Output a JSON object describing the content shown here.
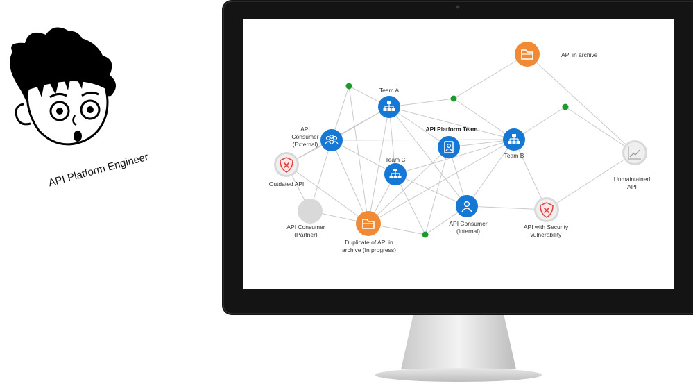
{
  "caption": "API Platform Engineer",
  "colors": {
    "blue": "#1478d4",
    "orange": "#f08a34",
    "gray": "#d9d9d9",
    "green": "#1a9b2c",
    "red": "#e0403c",
    "edge": "#c9c9c9"
  },
  "labels": {
    "api_in_archive": "API in archive",
    "team_a": "Team A",
    "api_platform_team": "API Platform Team",
    "api_consumer_external": "API\nConsumer\n(External)",
    "team_b": "Team B",
    "team_c": "Team C",
    "unmaintained_api": "Unmaintained\nAPI",
    "outdated_api": "Outdated API",
    "api_consumer_partner": "API Consumer\n(Partner)",
    "duplicate_api": "Duplicate of API in\narchive (In progress)",
    "api_consumer_internal": "API Consumer\n(Internal)",
    "api_security_vuln": "API with Security\nvulnerability"
  },
  "icons": {
    "api_in_archive": "folder-icon",
    "team_a": "org-chart-icon",
    "api_platform_team": "contact-book-icon",
    "api_consumer_external": "group-icon",
    "team_b": "org-chart-icon",
    "team_c": "org-chart-icon",
    "unmaintained_api": "trend-chart-icon",
    "outdated_api": "shield-x-icon",
    "api_consumer_partner": "blank-circle",
    "duplicate_api": "folder-icon",
    "api_consumer_internal": "person-icon",
    "api_security_vuln": "shield-x-icon"
  }
}
